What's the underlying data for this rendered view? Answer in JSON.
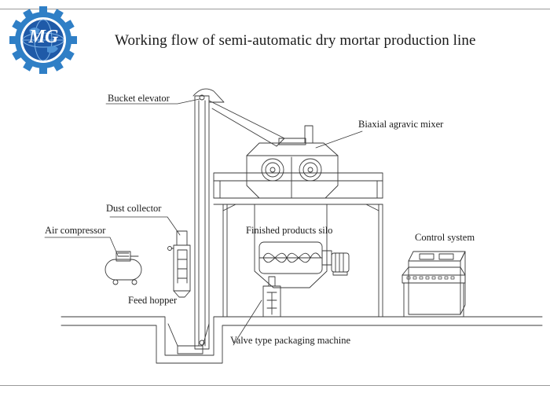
{
  "title": "Working flow of semi-automatic dry mortar production line",
  "logo": {
    "text": "MG",
    "colors": {
      "gear": "#2f7fc6",
      "globe": "#1f5aa8",
      "text": "#ffffff"
    }
  },
  "labels": {
    "bucket_elevator": "Bucket elevator",
    "mixer": "Biaxial agravic mixer",
    "dust_collector": "Dust collector",
    "air_compressor": "Air compressor",
    "silo": "Finished products silo",
    "control_system": "Control system",
    "feed_hopper": "Feed hopper",
    "packaging": "Valve type packaging machine"
  },
  "colors": {
    "line": "#3a3a3a",
    "frame": "#9a9a9a"
  }
}
